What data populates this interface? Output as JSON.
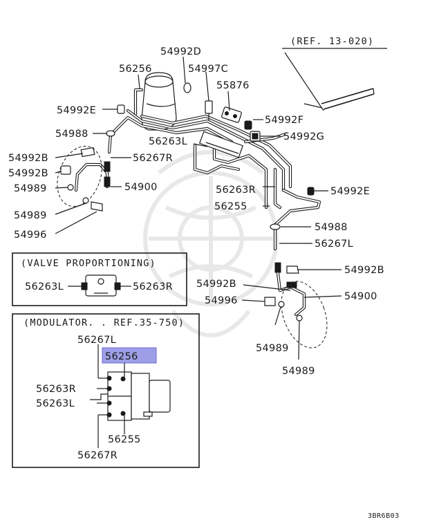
{
  "labels": {
    "p54992D": "54992D",
    "p56256_top": "56256",
    "p54997C": "54997C",
    "p55876": "55876",
    "p54992E_left": "54992E",
    "p54992F": "54992F",
    "p54988_left": "54988",
    "p54992G": "54992G",
    "p56263L_top": "56263L",
    "p54992B_left1": "54992B",
    "p56267R_top": "56267R",
    "p54992B_left2": "54992B",
    "p54989_left1": "54989",
    "p54900_left": "54900",
    "p56263R_top": "56263R",
    "p54992E_right": "54992E",
    "p56255_top": "56255",
    "p54989_left2": "54989",
    "p54988_right": "54988",
    "p54996_left": "54996",
    "p56267L_right": "56267L",
    "p54992B_right1": "54992B",
    "p54992B_right2": "54992B",
    "p54900_right": "54900",
    "p54996_right": "54996",
    "p54989_right1": "54989",
    "p54989_right2": "54989",
    "ref_top": "(REF. 13-020)",
    "valve_title": "(VALVE PROPORTIONING)",
    "valve_left": "56263L",
    "valve_right": "56263R",
    "mod_title": "(MODULATOR. . REF.35-750)",
    "mod_56267L": "56267L",
    "mod_56256": "56256",
    "mod_56263R": "56263R",
    "mod_56263L": "56263L",
    "mod_56255": "56255",
    "mod_56267R": "56267R",
    "diagram_code": "3BR6B03"
  },
  "colors": {
    "ink": "#1a1a1a",
    "highlight_fill": "#9e9ee6",
    "highlight_border": "#6b6bd1",
    "watermark": "#e6e6e6"
  }
}
